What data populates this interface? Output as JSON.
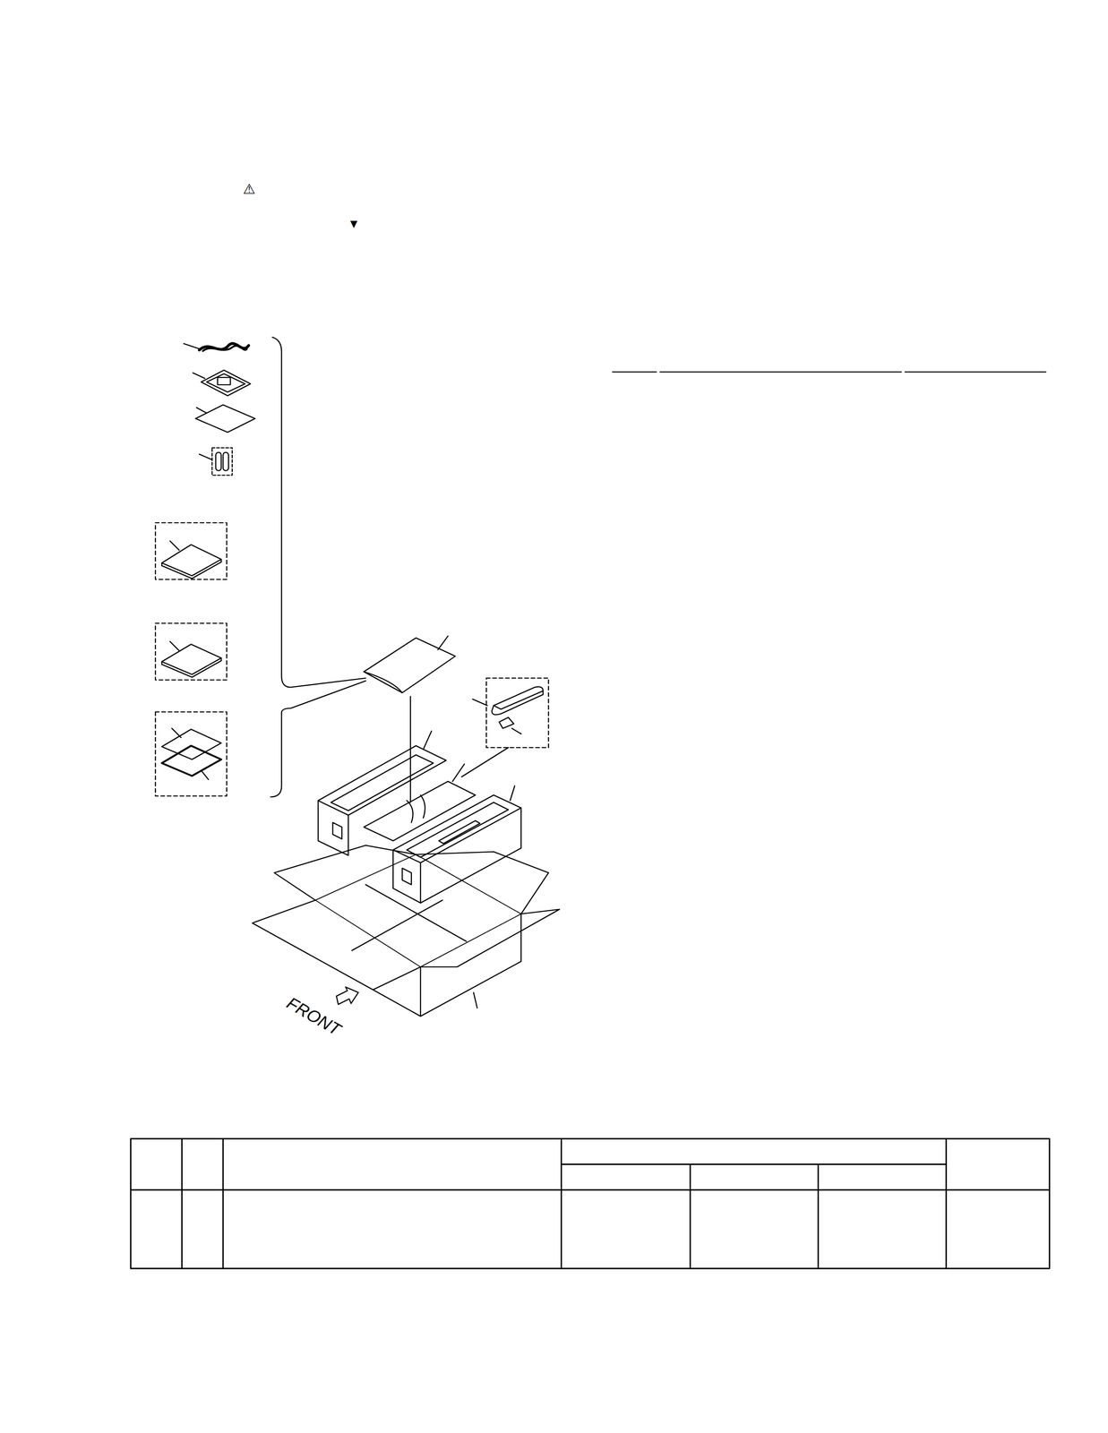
{
  "diagram": {
    "labels": [
      "⚠",
      "▼",
      "FRONT"
    ]
  }
}
